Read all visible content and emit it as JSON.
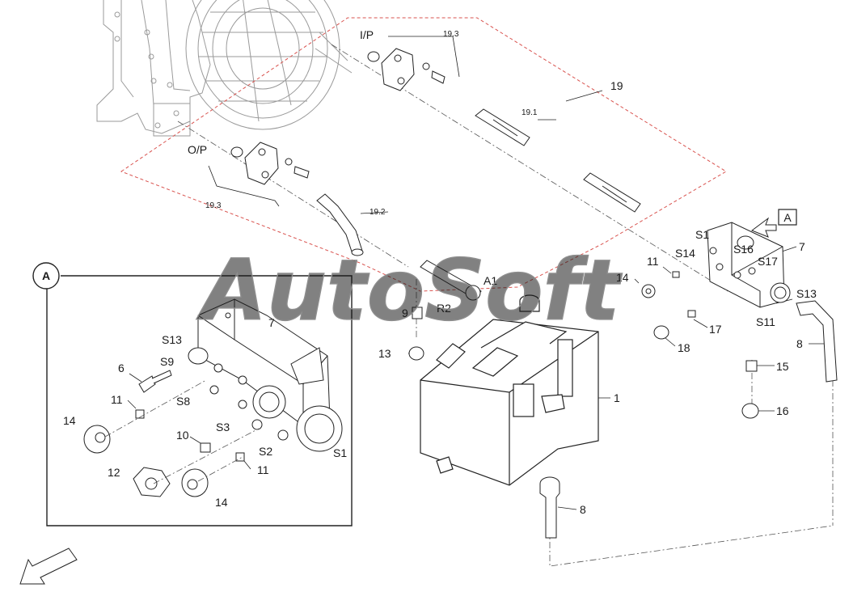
{
  "watermark": "AutoSoft",
  "detail_view": {
    "callout": "A",
    "box_callout": "A"
  },
  "labels": {
    "l_io_in": "I/P",
    "l_io_out": "O/P",
    "l_19": "19",
    "l_19_1": "19.1",
    "l_19_2": "19.2",
    "l_19_3_top": "19.3",
    "l_19_3_bot": "19.3",
    "l_a1": "A1",
    "l_r2": "R2",
    "l_9": "9",
    "l_13": "13",
    "l_1": "1",
    "l_8_bottom": "8",
    "l_8_right": "8",
    "l_7_right": "7",
    "l_s1_right": "S1",
    "l_s14_right": "S14",
    "l_s16_right": "S16",
    "l_s17_right": "S17",
    "l_s13_right": "S13",
    "l_s11_right": "S11",
    "l_11_right": "11",
    "l_14_right": "14",
    "l_17_right": "17",
    "l_18_right": "18",
    "l_15_right": "15",
    "l_16_right": "16",
    "d_s13": "S13",
    "d_s9": "S9",
    "d_6": "6",
    "d_7": "7",
    "d_11a": "11",
    "d_s8": "S8",
    "d_14a": "14",
    "d_s3": "S3",
    "d_10": "10",
    "d_s2": "S2",
    "d_s1": "S1",
    "d_11b": "11",
    "d_12": "12",
    "d_14b": "14"
  },
  "colors": {
    "line": "#222222",
    "faint": "#9a9a9a",
    "group_border": "#d9534f",
    "watermark_fill": "#ffffff",
    "watermark_stroke": "#8f8f8f"
  }
}
